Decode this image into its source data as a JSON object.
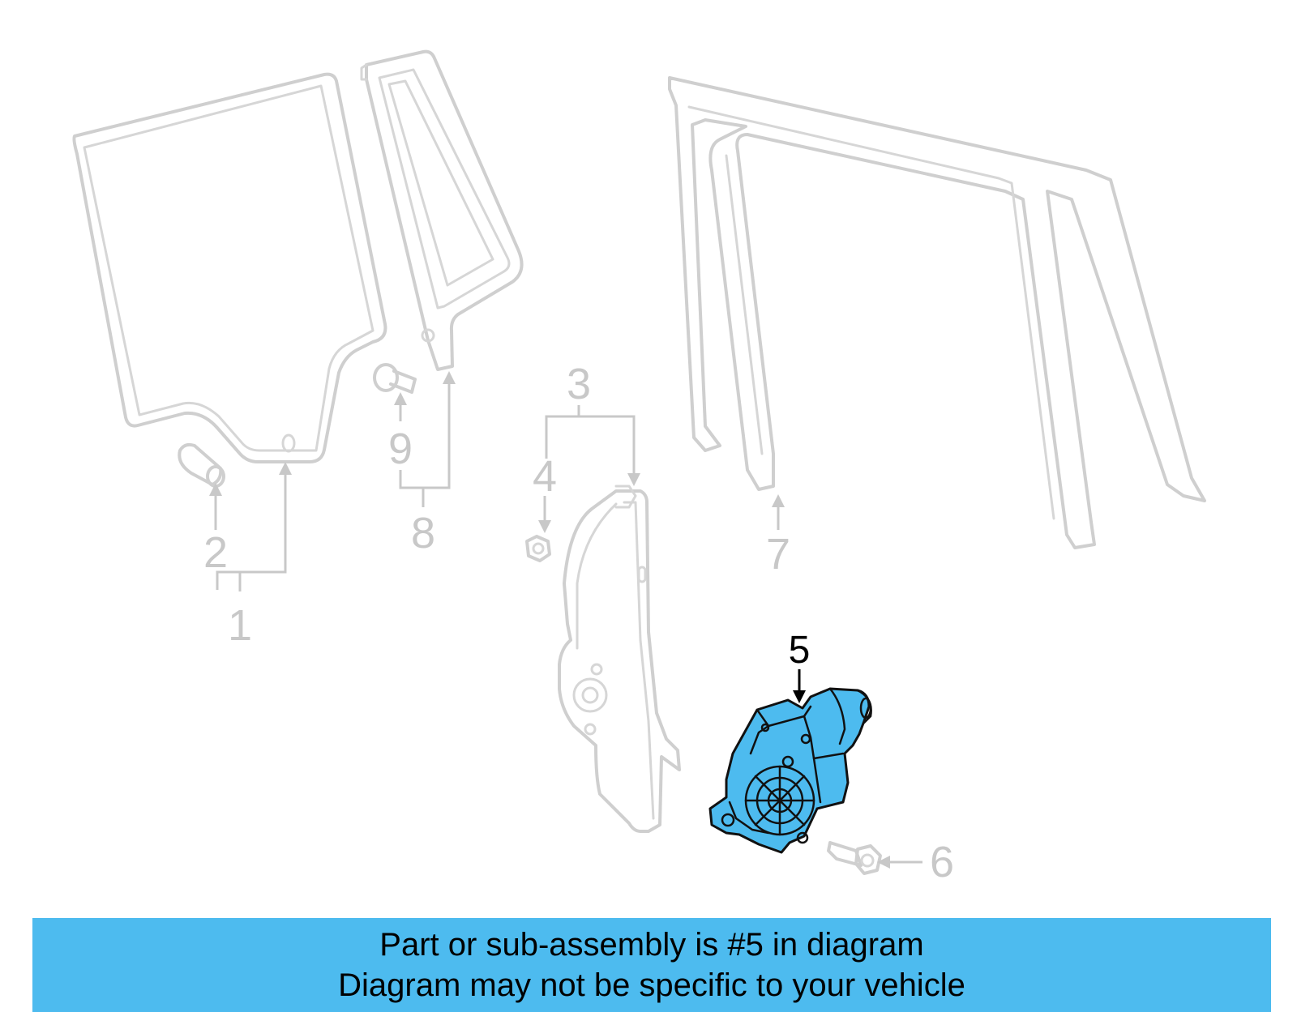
{
  "diagram": {
    "callouts": {
      "c1": "1",
      "c2": "2",
      "c3": "3",
      "c4": "4",
      "c5": "5",
      "c6": "6",
      "c7": "7",
      "c8": "8",
      "c9": "9"
    },
    "highlight_part": "5",
    "colors": {
      "highlight": "#4dbbef",
      "faded": "#cfcfcf",
      "outline": "#111111"
    }
  },
  "banner": {
    "line1": "Part or sub-assembly is #5 in diagram",
    "line2": "Diagram may not be specific to your vehicle"
  }
}
